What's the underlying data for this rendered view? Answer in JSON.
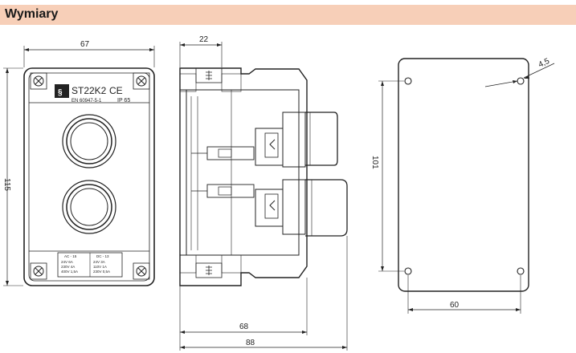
{
  "header": {
    "title": "Wymiary"
  },
  "front_view": {
    "width_dim": "67",
    "height_dim": "115",
    "model_label": "ST22K2",
    "ce_mark": "CE",
    "norm_label": "EN 60947-5-1",
    "ip_label": "IP 65",
    "rating_table": {
      "ac_header": "AC - 15",
      "dc_header": "DC - 13",
      "ac_rows": [
        "24V  6A",
        "230V 4A",
        "400V 1,5A"
      ],
      "dc_rows": [
        "24V  3A",
        "110V 1A",
        "230V 0,5A"
      ]
    }
  },
  "side_view": {
    "top_dim": "22",
    "depth_dim_1": "68",
    "depth_dim_2": "88"
  },
  "back_view": {
    "hole_dim": "4,5",
    "height_dim": "101",
    "width_dim": "60"
  },
  "colors": {
    "header_bg": "#f7cfb8",
    "line": "#222222"
  }
}
